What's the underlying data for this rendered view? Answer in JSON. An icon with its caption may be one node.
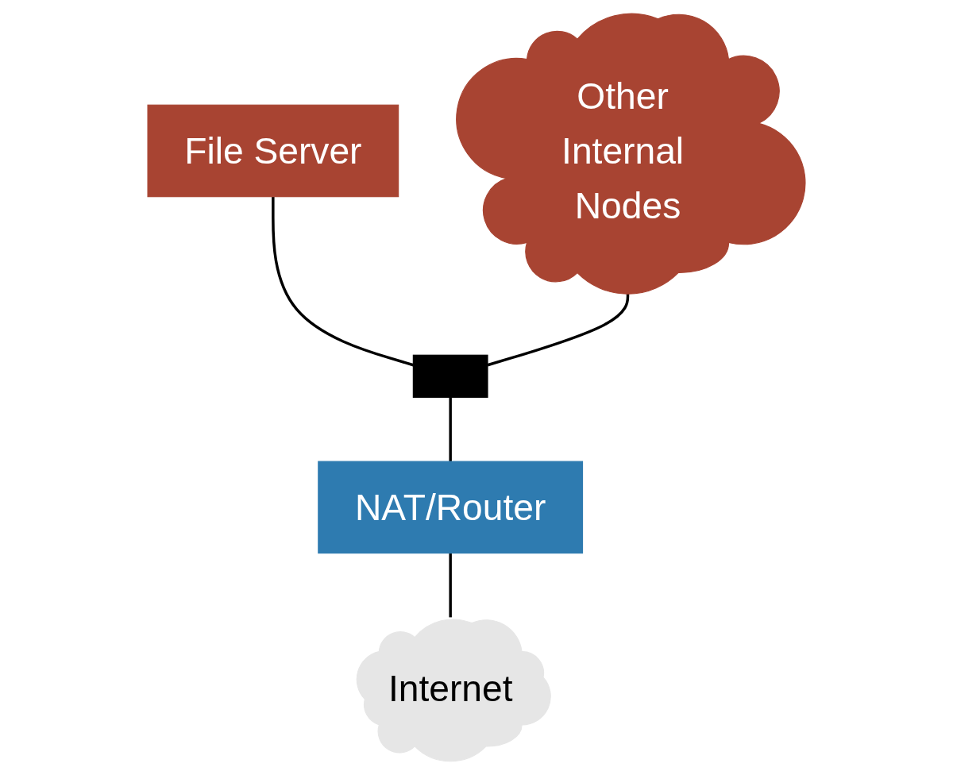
{
  "diagram": {
    "nodes": [
      {
        "text": [
          "File Server"
        ]
      },
      {
        "text": [
          "Other Internal Nodes"
        ]
      },
      {
        "text": [],
        "shape": "bar"
      },
      {
        "text": [
          "NAT/Router"
        ]
      },
      {
        "text": [
          "Internet"
        ]
      }
    ],
    "edges": [
      {
        "from": 0,
        "to": 2,
        "arrow": "none"
      },
      {
        "from": 1,
        "to": 2,
        "arrow": "none"
      },
      {
        "from": 2,
        "to": 3,
        "arrow": "none"
      },
      {
        "from": 3,
        "to": 4,
        "arrow": "none"
      }
    ]
  }
}
